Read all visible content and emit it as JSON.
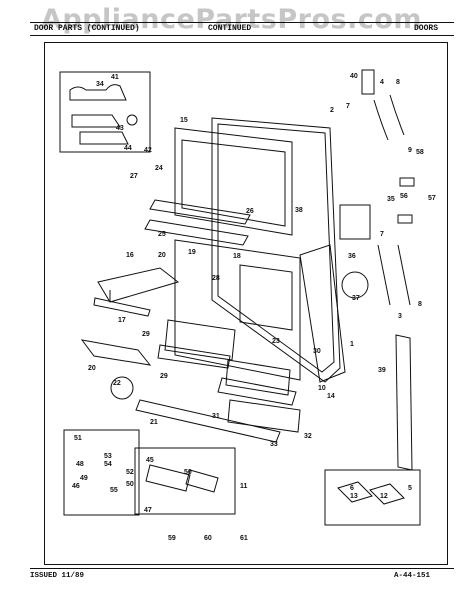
{
  "watermark": "AppliancePartsPros.com",
  "header": {
    "left": "DOOR PARTS (CONTINUED)",
    "center": "CONTINUED",
    "right": "DOORS"
  },
  "footer": {
    "left": "ISSUED 11/89",
    "right": "A-44-151"
  },
  "callouts": [
    "1",
    "2",
    "3",
    "4",
    "5",
    "6",
    "7",
    "7",
    "8",
    "8",
    "9",
    "10",
    "11",
    "12",
    "13",
    "14",
    "15",
    "16",
    "17",
    "18",
    "19",
    "20",
    "20",
    "21",
    "22",
    "23",
    "24",
    "25",
    "26",
    "27",
    "28",
    "29",
    "29",
    "30",
    "31",
    "32",
    "33",
    "34",
    "35",
    "36",
    "37",
    "38",
    "39",
    "40",
    "41",
    "42",
    "43",
    "44",
    "45",
    "46",
    "47",
    "48",
    "49",
    "50",
    "50",
    "51",
    "52",
    "53",
    "54",
    "55",
    "56",
    "57",
    "58",
    "59",
    "60",
    "61"
  ]
}
